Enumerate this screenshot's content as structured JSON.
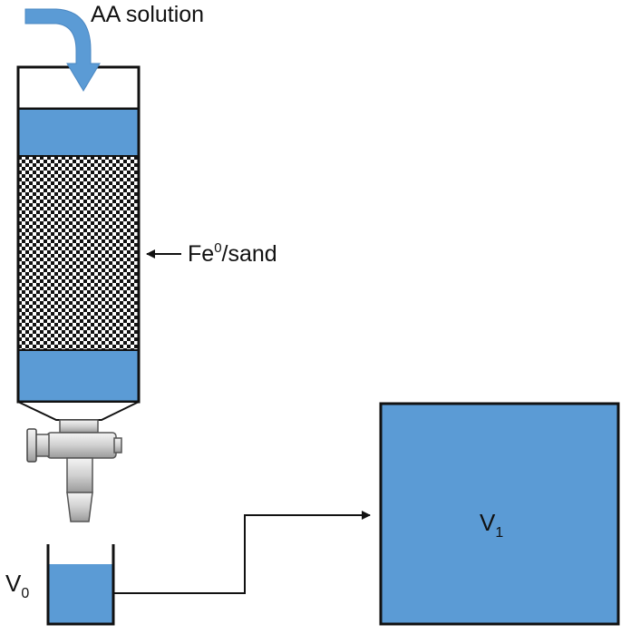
{
  "labels": {
    "input_solution": "AA solution",
    "material_base": "Fe",
    "material_sup": "0",
    "material_rest": "/sand",
    "collector_base": "V",
    "collector_sub": "0",
    "reservoir_base": "V",
    "reservoir_sub": "1"
  },
  "colors": {
    "liquid": "#5b9bd5",
    "liquid_edge": "#3f7fbf",
    "outline": "#111111",
    "arrow_fill": "#5b9bd5"
  }
}
